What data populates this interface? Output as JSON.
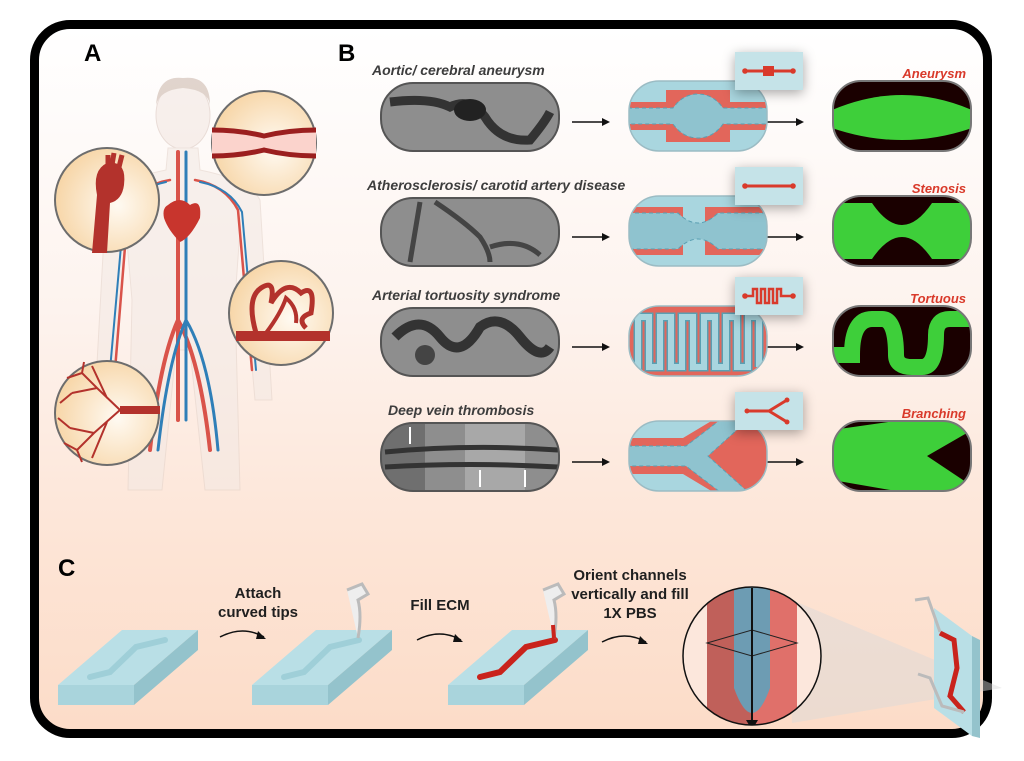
{
  "figure": {
    "panels": {
      "A": {
        "label": "A",
        "description": "Human vasculature with zoom-ins of vessel morphologies"
      },
      "B": {
        "label": "B"
      },
      "C": {
        "label": "C"
      }
    },
    "conditions": [
      {
        "name": "Aortic/ cerebral aneurysm",
        "model": "Aneurysm",
        "icon": "aneurysm-channel-icon"
      },
      {
        "name": "Atherosclerosis/ carotid artery disease",
        "model": "Stenosis",
        "icon": "stenosis-channel-icon"
      },
      {
        "name": "Arterial tortuosity syndrome",
        "model": "Tortuous",
        "icon": "tortuous-channel-icon"
      },
      {
        "name": "Deep vein thrombosis",
        "model": "Branching",
        "icon": "branching-channel-icon"
      }
    ],
    "steps": [
      {
        "label_line1": "Attach",
        "label_line2": "curved tips"
      },
      {
        "label_line1": "Fill ECM",
        "label_line2": ""
      },
      {
        "label_line1": "Orient channels",
        "label_line2": "vertically and fill",
        "label_line3": "1X PBS"
      }
    ],
    "colors": {
      "frame": "#000000",
      "channel_blue": "#a9d6df",
      "channel_dark": "#5a9fb2",
      "hydrogel_red": "#e2665b",
      "vessel_red": "#b3322c",
      "label_red": "#d93a2b",
      "fluor_green": "#3ecf3a",
      "fluor_bg": "#0a0000"
    }
  }
}
